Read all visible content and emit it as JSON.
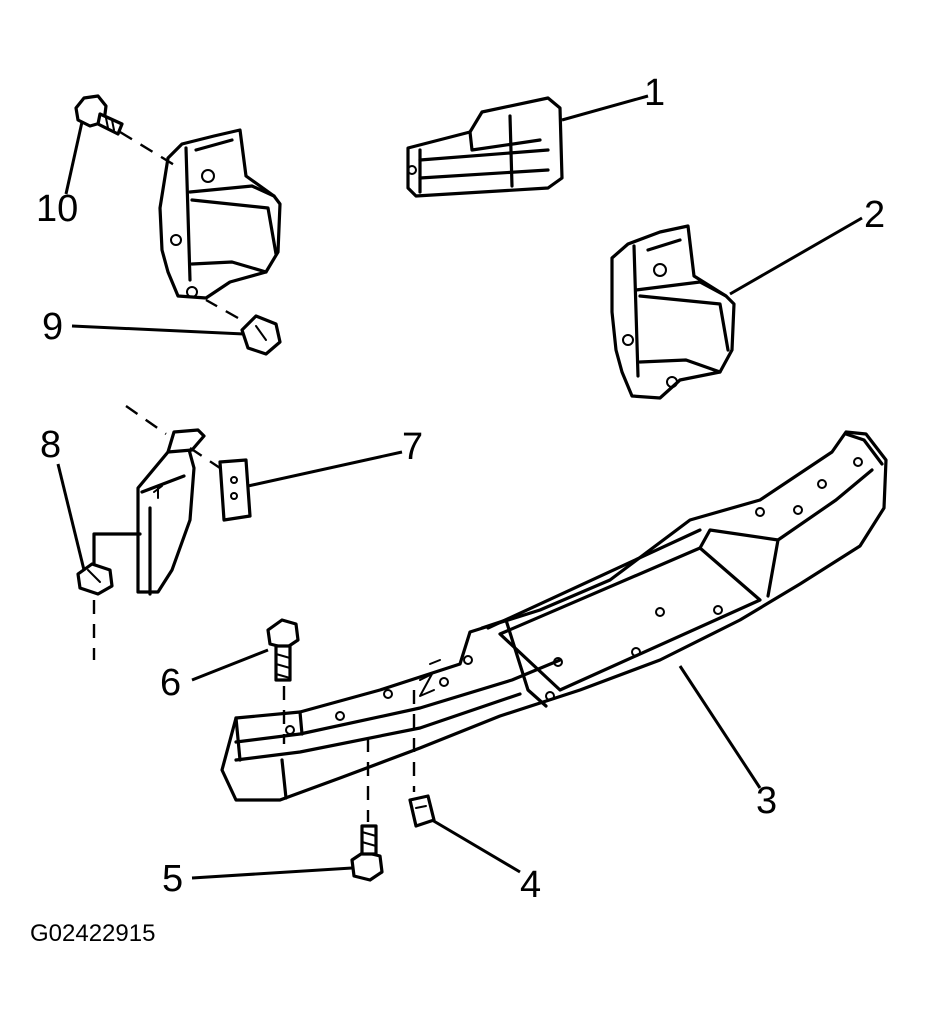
{
  "callouts": {
    "c1": "1",
    "c2": "2",
    "c3": "3",
    "c4": "4",
    "c5": "5",
    "c6": "6",
    "c7": "7",
    "c8": "8",
    "c9": "9",
    "c10": "10"
  },
  "figure_id": "G02422915"
}
